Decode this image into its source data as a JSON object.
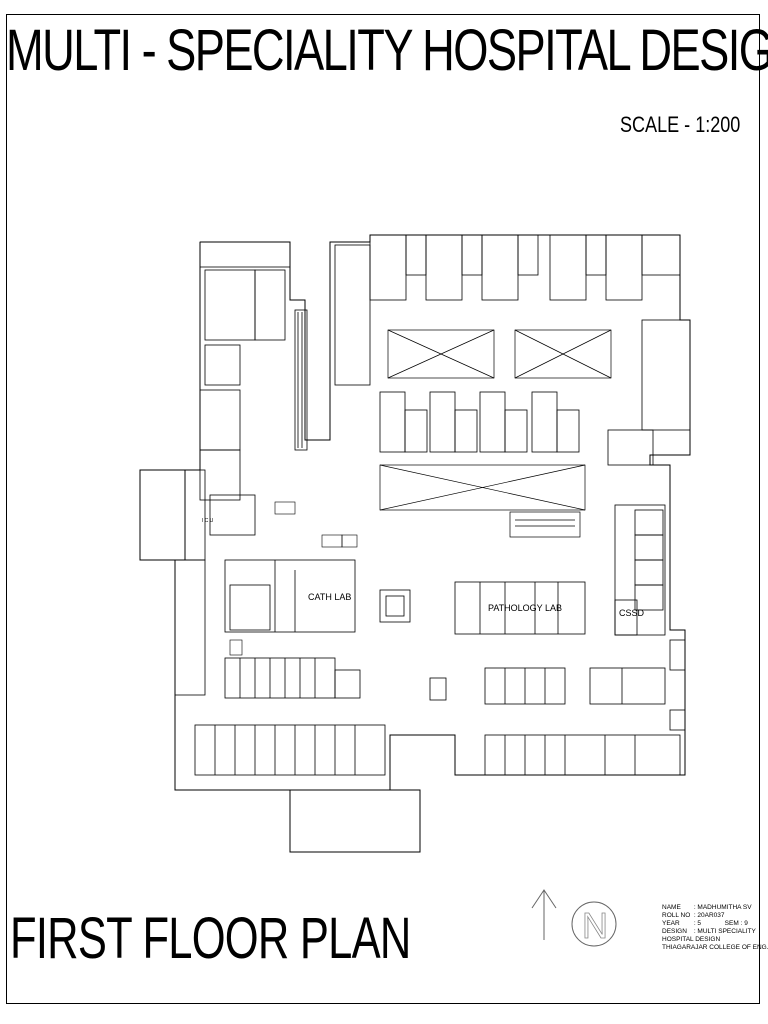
{
  "title": "MULTI - SPECIALITY HOSPITAL DESIGN",
  "scale": "SCALE - 1:200",
  "plan_title": "FIRST FLOOR  PLAN",
  "rooms": {
    "cath_lab": "CATH LAB",
    "pathology_lab": "PATHOLOGY LAB",
    "cssd": "CSSD",
    "icu": "I C U"
  },
  "north_label": "N",
  "title_block": {
    "name_label": "NAME",
    "name_value": ": MADHUMITHA SV",
    "roll_label": "ROLL NO",
    "roll_value": ": 20AR037",
    "year_label": "YEAR",
    "year_value": ": 5",
    "sem_label": "SEM",
    "sem_value": ": 9",
    "design_label": "DESIGN",
    "design_value": ": MULTI  SPECIALITY",
    "design_value_2": "HOSPITAL DESIGN",
    "college": "THIAGARAJAR COLLEGE OF ENG."
  }
}
